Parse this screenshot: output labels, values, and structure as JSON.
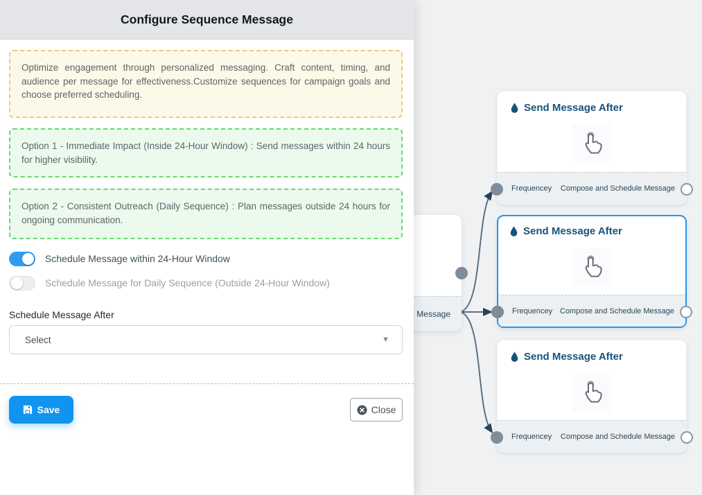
{
  "modal": {
    "title": "Configure Sequence Message",
    "info_box": {
      "text": "Optimize engagement through personalized messaging. Craft content, timing, and audience per message for effectiveness.Customize sequences for campaign goals and choose preferred scheduling."
    },
    "option_boxes": [
      {
        "text": "Option 1 - Immediate Impact (Inside 24-Hour Window) : Send messages within 24 hours for higher visibility."
      },
      {
        "text": "Option 2 - Consistent Outreach (Daily Sequence) : Plan messages outside 24 hours for ongoing communication."
      }
    ],
    "toggles": [
      {
        "label": "Schedule Message within 24-Hour Window",
        "state": "on"
      },
      {
        "label": "Schedule Message for Daily Sequence (Outside 24-Hour Window)",
        "state": "off"
      }
    ],
    "schedule_field": {
      "label": "Schedule Message After",
      "value": "Select",
      "caret": "▼"
    },
    "buttons": {
      "save": "Save",
      "close": "Close"
    }
  },
  "flow": {
    "nodes": [
      {
        "title": "Send Message After",
        "footer_left": "Frequencey",
        "footer_right": "Compose and Schedule Message",
        "selected": false
      },
      {
        "title": "Send Message After",
        "footer_left": "Frequencey",
        "footer_right": "Compose and Schedule Message",
        "selected": true
      },
      {
        "title": "Send Message After",
        "footer_left": "Frequencey",
        "footer_right": "Compose and Schedule Message",
        "selected": false
      }
    ],
    "partial_node": {
      "footer_text": "ce Message"
    }
  },
  "colors": {
    "accent_blue": "#2196f3",
    "save_blue": "#1193f0",
    "node_title": "#17537b",
    "warning_border": "#f2c776",
    "warning_bg": "#fdf9e8",
    "success_border": "#67da6d",
    "success_bg": "#ecfaee",
    "edge": "#5b7083",
    "arrow": "#2c4254",
    "handle_fill": "#7f8c9a",
    "flow_bg": "#eff1f3",
    "header_bg": "#e3e5e8"
  }
}
